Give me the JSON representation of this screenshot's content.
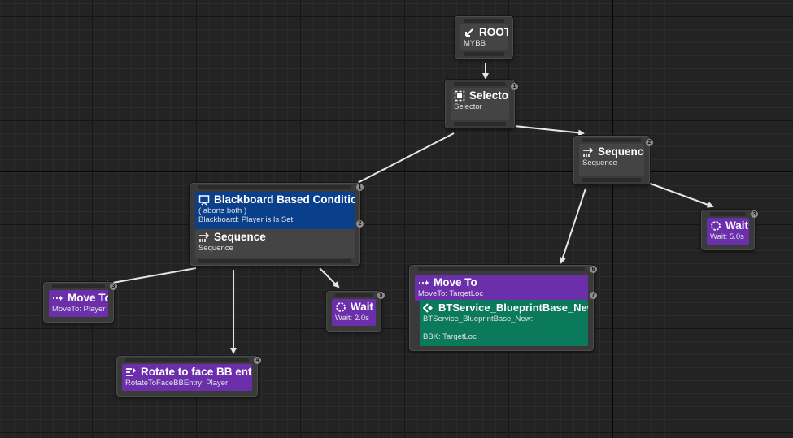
{
  "nodes": {
    "root": {
      "title": "ROOT",
      "subtitle": "MYBB"
    },
    "selector": {
      "title": "Selector",
      "subtitle": "Selector",
      "badge": "1"
    },
    "sequence_right": {
      "title": "Sequence",
      "subtitle": "Sequence",
      "badge": "2"
    },
    "wait_right": {
      "title": "Wait",
      "subtitle": "Wait: 5.0s",
      "badge": "3"
    },
    "condition_sequence": {
      "decorator_title": "Blackboard Based Condition",
      "decorator_line1": "( aborts both )",
      "decorator_line2": "Blackboard: Player is Is Set",
      "decorator_badge": "1",
      "title": "Sequence",
      "subtitle": "Sequence",
      "badge": "2"
    },
    "move_to_player": {
      "title": "Move To",
      "subtitle": "MoveTo: Player",
      "badge": "3"
    },
    "rotate": {
      "title": "Rotate to face BB entry",
      "subtitle": "RotateToFaceBBEntry: Player",
      "badge": "4"
    },
    "wait_left": {
      "title": "Wait",
      "subtitle": "Wait: 2.0s",
      "badge": "5"
    },
    "move_to_target": {
      "title": "Move To",
      "subtitle": "MoveTo: TargetLoc",
      "badge": "6",
      "service_badge": "7",
      "service_title": "BTService_BlueprintBase_New",
      "service_line1": "BTService_BlueprintBase_New:",
      "service_line2": "BBK: TargetLoc"
    }
  },
  "colors": {
    "task": "#6b2fab",
    "decorator": "#0a3f8c",
    "service": "#0b7a5c",
    "composite": "#444444",
    "link": "#e6e6e6"
  },
  "icons": {
    "root": "root-arrow-icon",
    "selector": "selector-icon",
    "sequence": "sequence-icon",
    "decorator": "blackboard-icon",
    "move_to": "move-to-icon",
    "wait": "wait-icon",
    "rotate": "rotate-icon",
    "service": "service-icon"
  }
}
